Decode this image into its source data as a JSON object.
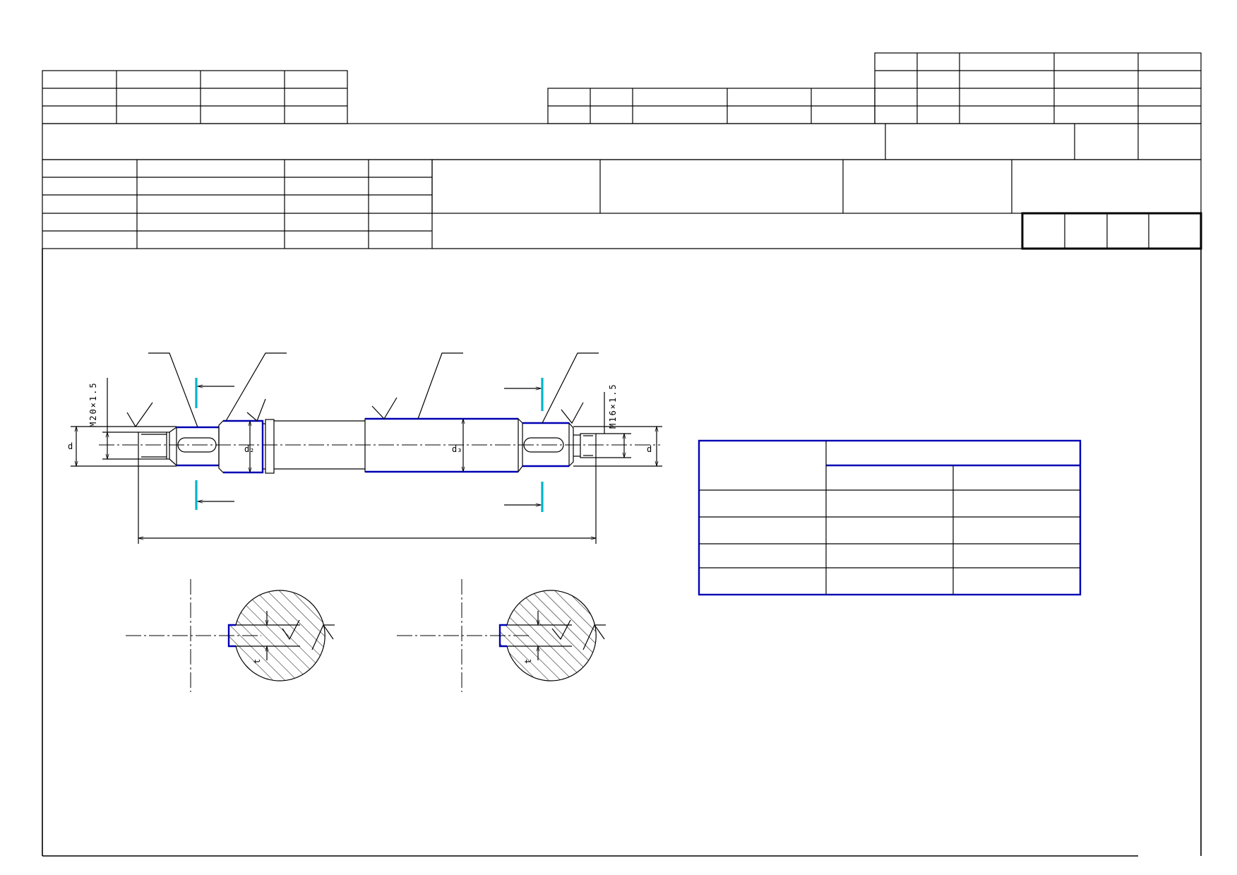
{
  "drawing": {
    "thread_left_label": "M20×1.5",
    "thread_right_label": "M16×1.5",
    "dim_d_label": "d",
    "dim_d2_label": "d₂",
    "dim_d3_label": "d₃",
    "dim_t_label": "t"
  },
  "colors": {
    "outline": "#000000",
    "highlight": "#0000b4",
    "section_mark": "#00b4c8"
  }
}
